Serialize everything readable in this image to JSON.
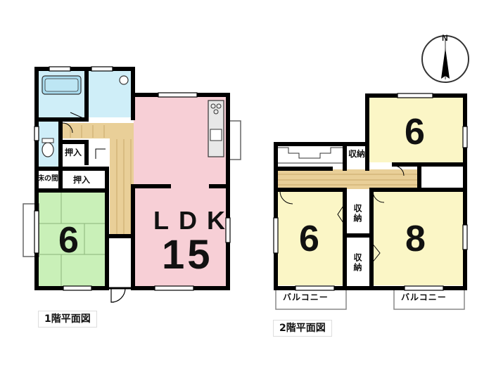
{
  "floor1": {
    "caption": "1階平面図",
    "rooms": {
      "japanese_room": "6",
      "ldk_label": "LDK",
      "ldk_size": "15",
      "closet_a": "押入",
      "closet_b": "押入",
      "tokonoma": "床の間"
    }
  },
  "floor2": {
    "caption": "2階平面図",
    "rooms": {
      "room_top_right": "6",
      "room_left": "6",
      "room_right": "8",
      "storage_top": "収納",
      "storage_mid": "収納",
      "storage_bottom": "収納",
      "balcony_left": "バルコニー",
      "balcony_right": "バルコニー"
    }
  },
  "compass": {
    "label": "N"
  },
  "colors": {
    "tatami": "#c9f0b8",
    "ldk": "#f7cfd6",
    "bedroom": "#fbf6c6",
    "wet": "#cfeef8",
    "hall": "#e9cf98",
    "wall": "#000000"
  }
}
